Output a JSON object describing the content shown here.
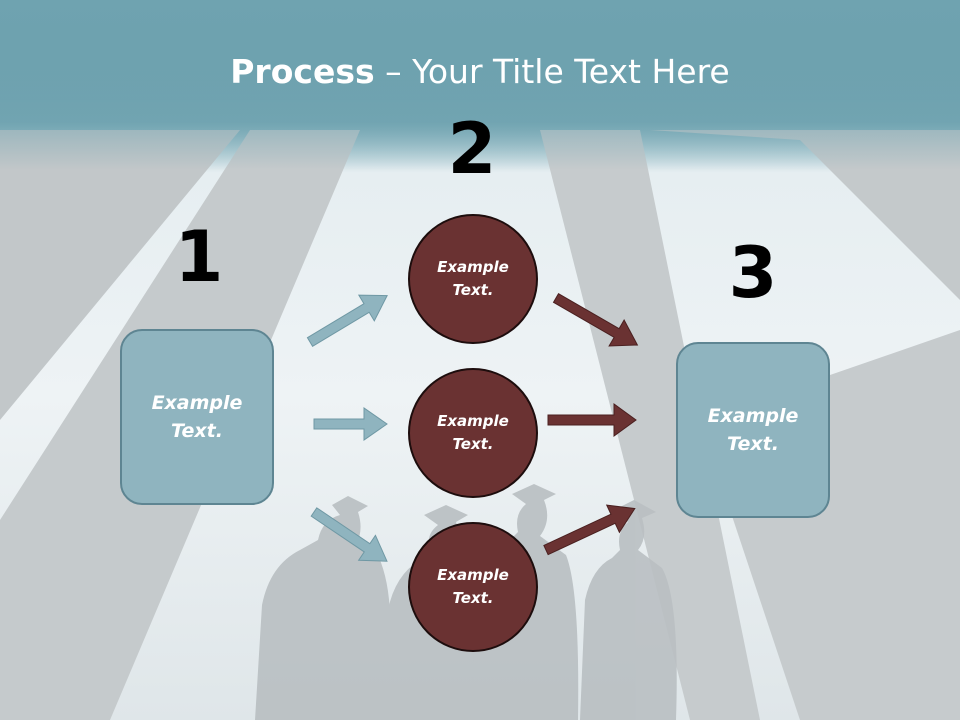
{
  "title": {
    "bold": "Process",
    "rest": " – Your Title Text Here"
  },
  "steps": [
    {
      "number": "1",
      "text": "Example\nText."
    },
    {
      "number": "2",
      "items": [
        "Example\nText.",
        "Example\nText.",
        "Example\nText."
      ]
    },
    {
      "number": "3",
      "text": "Example\nText."
    }
  ],
  "colors": {
    "box_fill": "#8fb4bf",
    "circle_fill": "#6a3232",
    "in_arrow": "#8fb4bf",
    "out_arrow": "#6a3232",
    "header": "#6fa3b0"
  }
}
